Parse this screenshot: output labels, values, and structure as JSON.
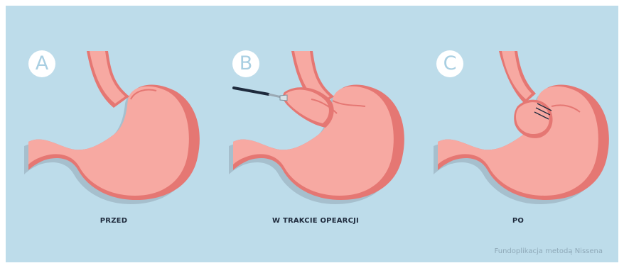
{
  "colors": {
    "background": "#bddcea",
    "stomach_fill": "#f7a9a2",
    "stomach_outline": "#e57773",
    "stomach_shadow": "#a6bfcd",
    "label": "#1e2a3c"
  },
  "stages": [
    {
      "letter": "A",
      "caption": "PRZED"
    },
    {
      "letter": "B",
      "caption": "W TRAKCIE OPEARCJI"
    },
    {
      "letter": "C",
      "caption": "PO"
    }
  ],
  "footer": "Fundoplikacja metodą Nissena",
  "icons": [
    "stomach-illustration",
    "laparoscopic-instrument-icon",
    "fundoplication-wrap-icon"
  ]
}
